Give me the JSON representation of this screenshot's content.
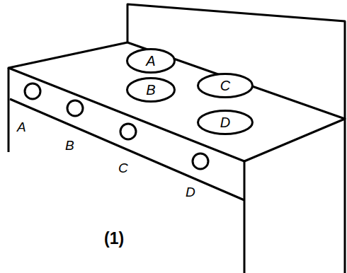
{
  "diagram": {
    "caption": "(1)",
    "nodes": [
      {
        "text": [
          "A"
        ]
      },
      {
        "text": [
          "B"
        ]
      },
      {
        "text": [
          "C"
        ]
      },
      {
        "text": [
          "D"
        ]
      }
    ],
    "labels": [
      "A",
      "B",
      "C",
      "D"
    ]
  }
}
